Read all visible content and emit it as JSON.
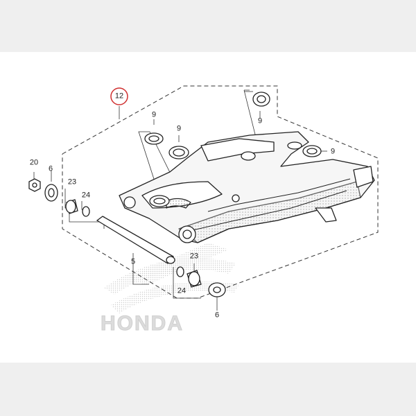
{
  "watermark": {
    "brand": "HONDA"
  },
  "colors": {
    "ring": "#d03030",
    "line": "#222222",
    "band": "#efefef",
    "watermark": "#d4d4d4"
  },
  "callouts": [
    {
      "id": "c12",
      "text": "12",
      "ringed": true
    },
    {
      "id": "c9a",
      "text": "9"
    },
    {
      "id": "c9b",
      "text": "9"
    },
    {
      "id": "c9c",
      "text": "9"
    },
    {
      "id": "c9d",
      "text": "9"
    },
    {
      "id": "c20",
      "text": "20"
    },
    {
      "id": "c6a",
      "text": "6"
    },
    {
      "id": "c23a",
      "text": "23"
    },
    {
      "id": "c24a",
      "text": "24"
    },
    {
      "id": "c5",
      "text": "5"
    },
    {
      "id": "c23b",
      "text": "23"
    },
    {
      "id": "c24b",
      "text": "24"
    },
    {
      "id": "c6b",
      "text": "6"
    }
  ]
}
